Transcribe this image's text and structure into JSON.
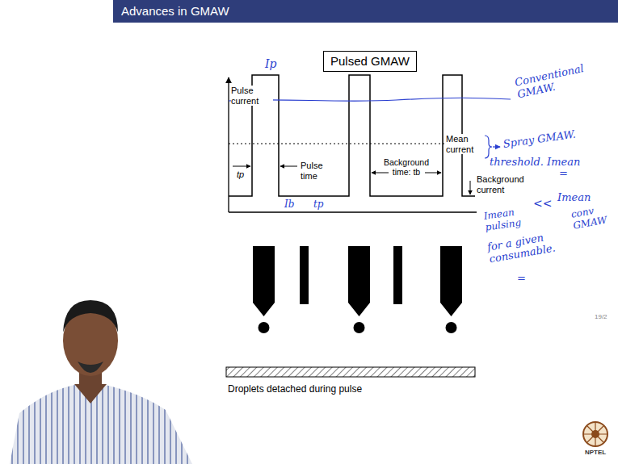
{
  "diagram": {
    "title": "Advances in GMAW",
    "nodes": [
      {
        "text": [
          "Pulsed GMAW"
        ]
      }
    ],
    "labels": [
      "Ip",
      "Pulse current",
      "Mean current",
      "tp",
      "Pulse time",
      "Ib",
      "tp",
      "Background time: tb",
      "Background current",
      "Droplets detached during pulse",
      "Conventional GMAW.",
      "Spray GMAW.",
      "threshold. Imean",
      "=",
      "Imean pulsing",
      "<<",
      "Imean",
      "conv GMAW",
      "for a given consumable.",
      "=",
      "19/2",
      "NPTEL"
    ]
  }
}
